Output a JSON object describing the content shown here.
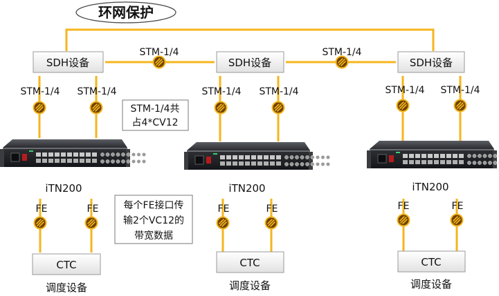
{
  "title": "环网保护",
  "sdh_label": "SDH设备",
  "stm_label": "STM-1/4",
  "device_label": "iTN200",
  "fe_label": "FE",
  "ctc_label": "CTC",
  "dispatch_label": "调度设备",
  "note_stm": [
    "STM-1/4共",
    "占4*CV12"
  ],
  "note_fe": [
    "每个FE接口传",
    "输2个VC12的",
    "带宽数据"
  ],
  "colors": {
    "link": "#F5B51C",
    "connector_fill": "#7A4A00",
    "connector_stroke": "#F5B51C",
    "box_border": "#9a9a9a",
    "box_fill_top": "#ffffff",
    "box_fill_bottom": "#e4e4e4"
  },
  "icons": {
    "connector": "connector-link-icon",
    "arrow": "arrowhead-icon"
  }
}
